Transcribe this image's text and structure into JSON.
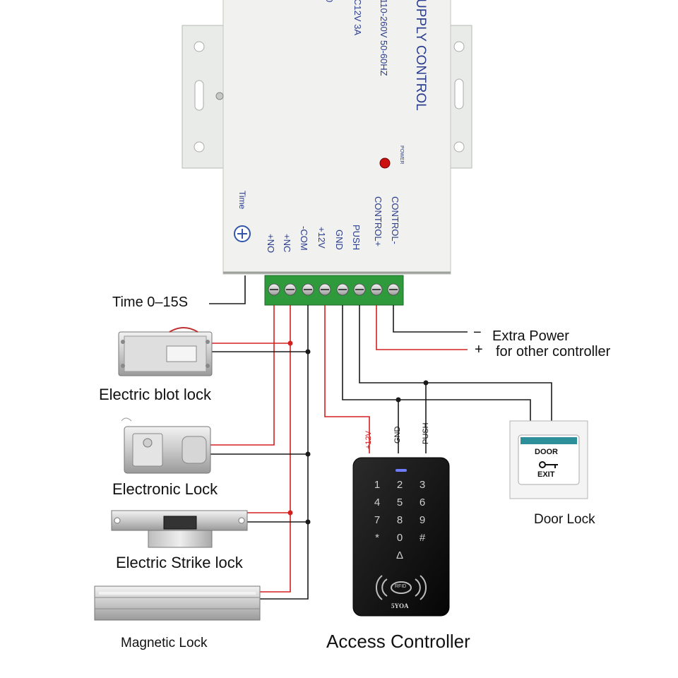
{
  "psu": {
    "title_fragment": "UPPLY CONTROL",
    "spec_fragment": "110-260V 50-60HZ",
    "output_fragment": "C12V 3A",
    "code_fragment": "0",
    "power_label": "POWER",
    "time_label": "Time",
    "terminals": [
      "+NO",
      "+NC",
      "-COM",
      "+12V",
      "GND",
      "PUSH",
      "CONTROL+",
      "CONTROL-"
    ]
  },
  "labels": {
    "time_range": "Time  0–15S",
    "extra_power_minus": "−",
    "extra_power_plus": "+",
    "extra_power_line1": "Extra Power",
    "extra_power_line2": "for other controller",
    "bolt_lock": "Electric blot lock",
    "electronic_lock": "Electronic Lock",
    "strike_lock": "Electric Strike lock",
    "magnetic_lock": "Magnetic Lock",
    "access_controller": "Access Controller",
    "door_lock": "Door Lock"
  },
  "wire_tags": {
    "plus12v": "+12V",
    "gnd": "GND",
    "push": "PUSH"
  },
  "exit_button": {
    "line1": "DOOR",
    "line2": "EXIT"
  },
  "keypad": {
    "keys": [
      "1",
      "2",
      "3",
      "4",
      "5",
      "6",
      "7",
      "8",
      "9",
      "*",
      "0",
      "#"
    ],
    "bell": "Δ",
    "rfid": "RFID",
    "brand": "5YOA"
  },
  "colors": {
    "wire_red": "#d42020",
    "wire_black": "#1a1a1a",
    "terminal_green": "#2e9a3c",
    "led_red": "#cc1010"
  }
}
